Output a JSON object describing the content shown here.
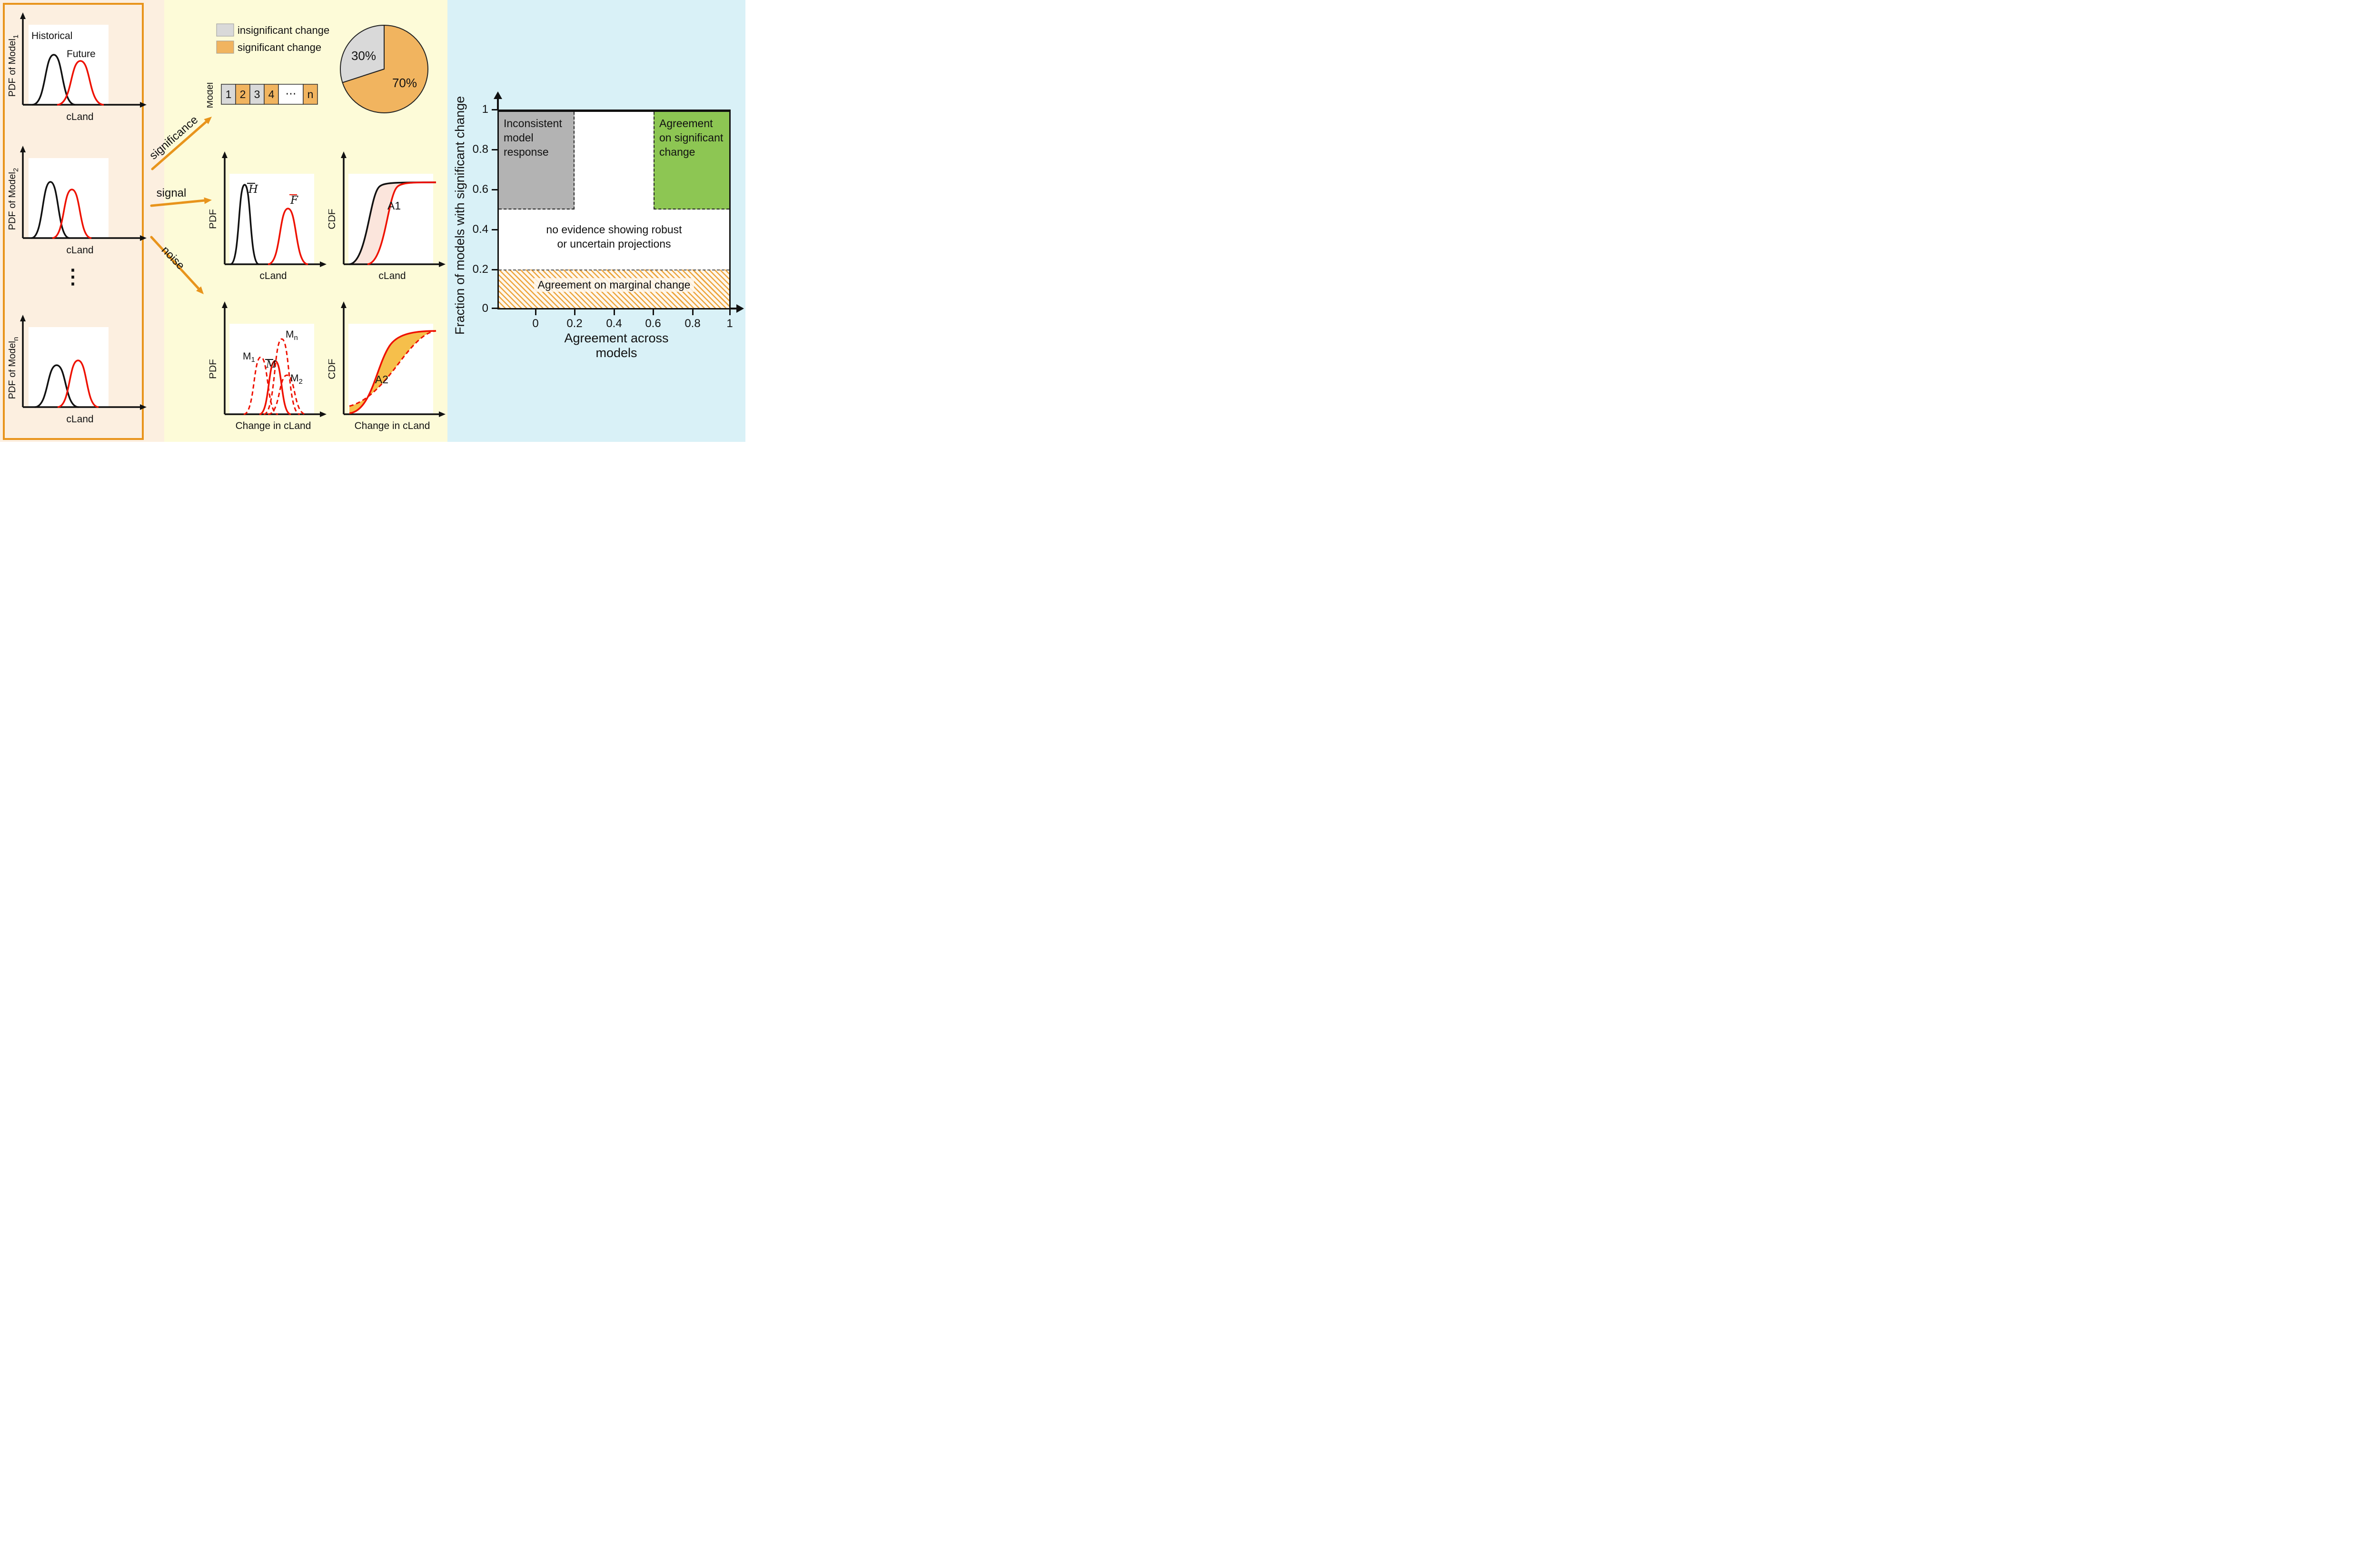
{
  "colors": {
    "panel_left_bg": "#fcefe0",
    "panel_left_border": "#e8941c",
    "panel_mid_bg": "#fdfbd8",
    "panel_right_bg": "#d9f1f7",
    "significant_orange": "#f1b45f",
    "insignificant_gray": "#d9d9d9",
    "inconsistent_gray": "#b3b3b3",
    "agreement_green": "#8dc653",
    "hatch_orange": "#eca43b",
    "curve_red": "#ee1100",
    "curve_black": "#111111",
    "arrow_orange": "#e8941c",
    "arrow_label": "#e0610f",
    "area_pink": "#fbe5dc",
    "area_orange": "#f6bf4b"
  },
  "left_panel": {
    "plots": [
      {
        "ylabel": "PDF of Model",
        "ylabel_sub": "1",
        "xlabel": "cLand",
        "historical_label": "Historical",
        "future_label": "Future"
      },
      {
        "ylabel": "PDF of Model",
        "ylabel_sub": "2",
        "xlabel": "cLand"
      },
      {
        "ylabel": "PDF of Model",
        "ylabel_sub": "n",
        "xlabel": "cLand"
      }
    ],
    "ellipsis": "⋮"
  },
  "middle_panel": {
    "legend": [
      {
        "label": "insignificant change",
        "color": "#d9d9d9"
      },
      {
        "label": "significant change",
        "color": "#f1b45f"
      }
    ],
    "model_row": {
      "axis_label": "Model",
      "boxes": [
        {
          "label": "1",
          "color": "#d9d9d9"
        },
        {
          "label": "2",
          "color": "#f1b45f"
        },
        {
          "label": "3",
          "color": "#d9d9d9"
        },
        {
          "label": "4",
          "color": "#f1b45f"
        },
        {
          "label": "⋯",
          "color": "#ffffff"
        },
        {
          "label": "n",
          "color": "#f1b45f"
        }
      ]
    },
    "pie": {
      "slices": [
        {
          "label": "70%",
          "value": 70,
          "color": "#f1b45f"
        },
        {
          "label": "30%",
          "value": 30,
          "color": "#d9d9d9"
        }
      ]
    },
    "arrows": [
      {
        "label": "significance"
      },
      {
        "label": "signal"
      },
      {
        "label": "noise"
      }
    ],
    "signal_pdf": {
      "ylabel": "PDF",
      "xlabel": "cLand",
      "hist_label": "H",
      "future_label": "F"
    },
    "signal_cdf": {
      "ylabel": "CDF",
      "xlabel": "cLand",
      "area_label": "A1"
    },
    "noise_pdf": {
      "ylabel": "PDF",
      "xlabel": "Change in cLand",
      "m1": "M",
      "m1_sub": "1",
      "mn": "M",
      "mn_sub": "n",
      "mbar": "M",
      "m2": "M",
      "m2_sub": "2"
    },
    "noise_cdf": {
      "ylabel": "CDF",
      "xlabel": "Change in cLand",
      "area_label": "A2"
    }
  },
  "right_chart": {
    "xlabel": "Agreement across models",
    "ylabel": "Fraction of models with significant change",
    "x_ticks": [
      "0",
      "0.2",
      "0.4",
      "0.6",
      "0.8",
      "1"
    ],
    "y_ticks": [
      "1",
      "0.8",
      "0.6",
      "0.4",
      "0.2",
      "0"
    ],
    "regions": {
      "inconsistent": "Inconsistent model response",
      "agreement_significant": "Agreement on significant change",
      "no_evidence_line1": "no evidence showing robust",
      "no_evidence_line2": "or uncertain projections",
      "marginal": "Agreement on marginal change"
    },
    "region_bounds": {
      "inconsistent": {
        "x_max": 0.2,
        "y_min": 0.5,
        "y_max": 1
      },
      "agreement_significant": {
        "x_min": 0.6,
        "y_min": 0.5,
        "y_max": 1
      },
      "marginal": {
        "y_max": 0.2
      }
    }
  }
}
